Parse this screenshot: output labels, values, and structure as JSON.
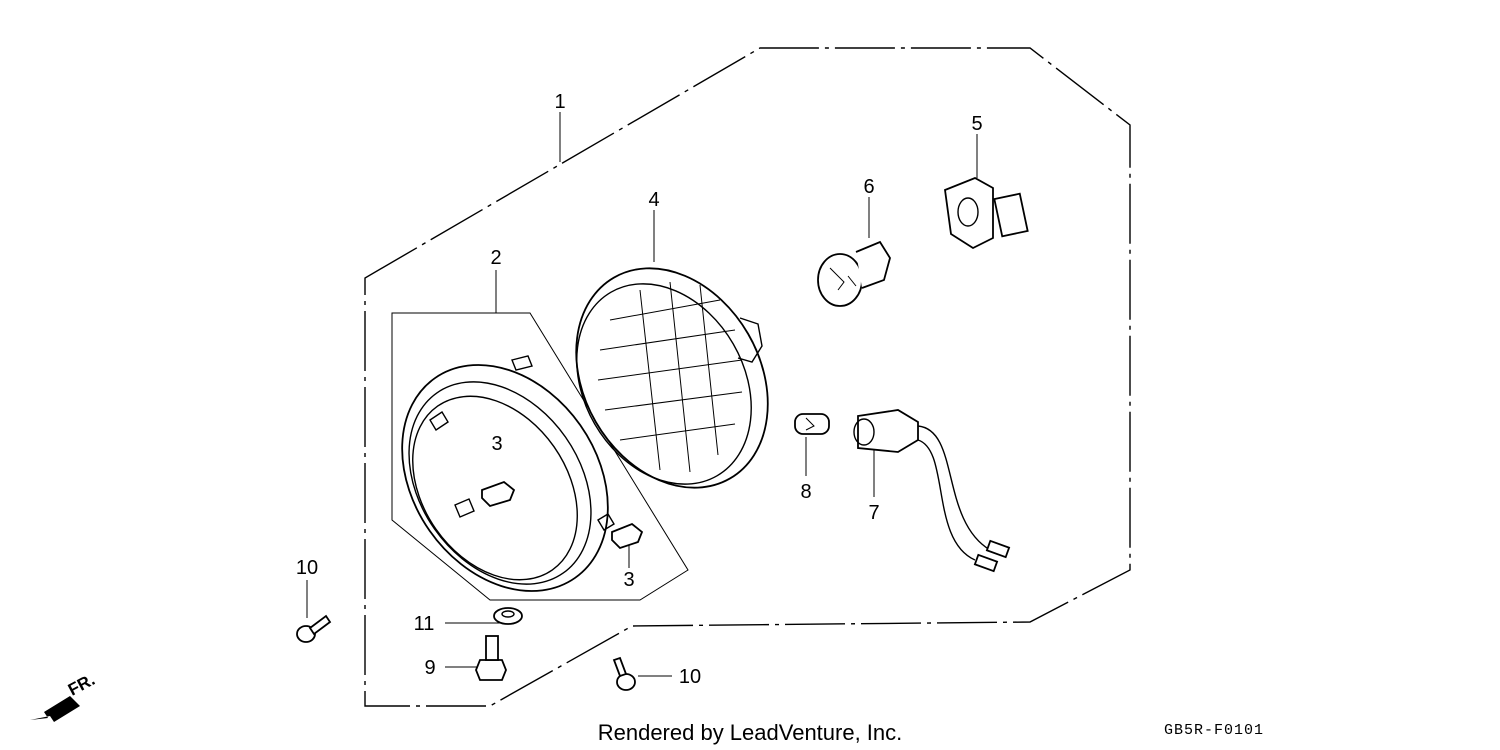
{
  "callouts": {
    "c1": "1",
    "c2": "2",
    "c3a": "3",
    "c3b": "3",
    "c4": "4",
    "c5": "5",
    "c6": "6",
    "c7": "7",
    "c8": "8",
    "c9": "9",
    "c10a": "10",
    "c10b": "10",
    "c11": "11"
  },
  "direction_label": "FR.",
  "credit": "Rendered by LeadVenture, Inc.",
  "diagram_code": "GB5R-F0101"
}
